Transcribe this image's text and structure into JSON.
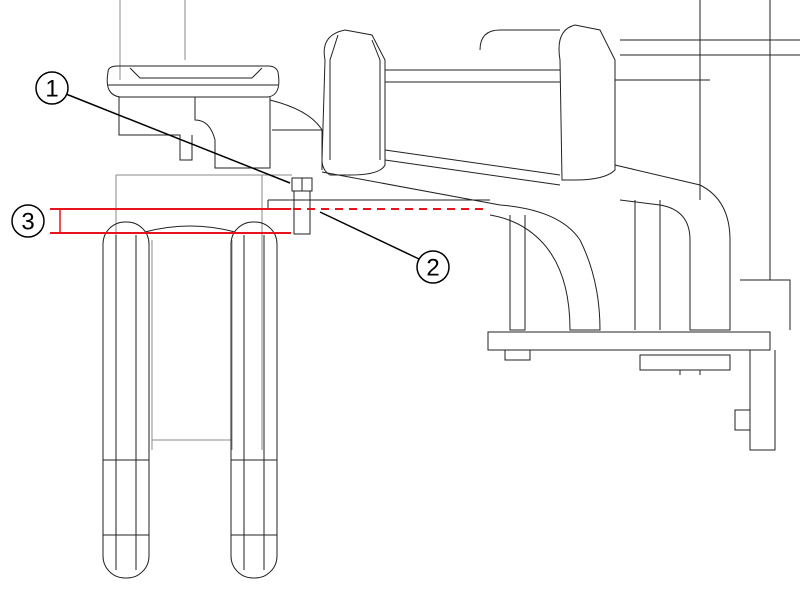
{
  "callouts": [
    {
      "id": "1",
      "label": "1"
    },
    {
      "id": "2",
      "label": "2"
    },
    {
      "id": "3",
      "label": "3"
    }
  ],
  "colors": {
    "line": "#222222",
    "highlight": "#e8141c",
    "background": "#ffffff"
  }
}
